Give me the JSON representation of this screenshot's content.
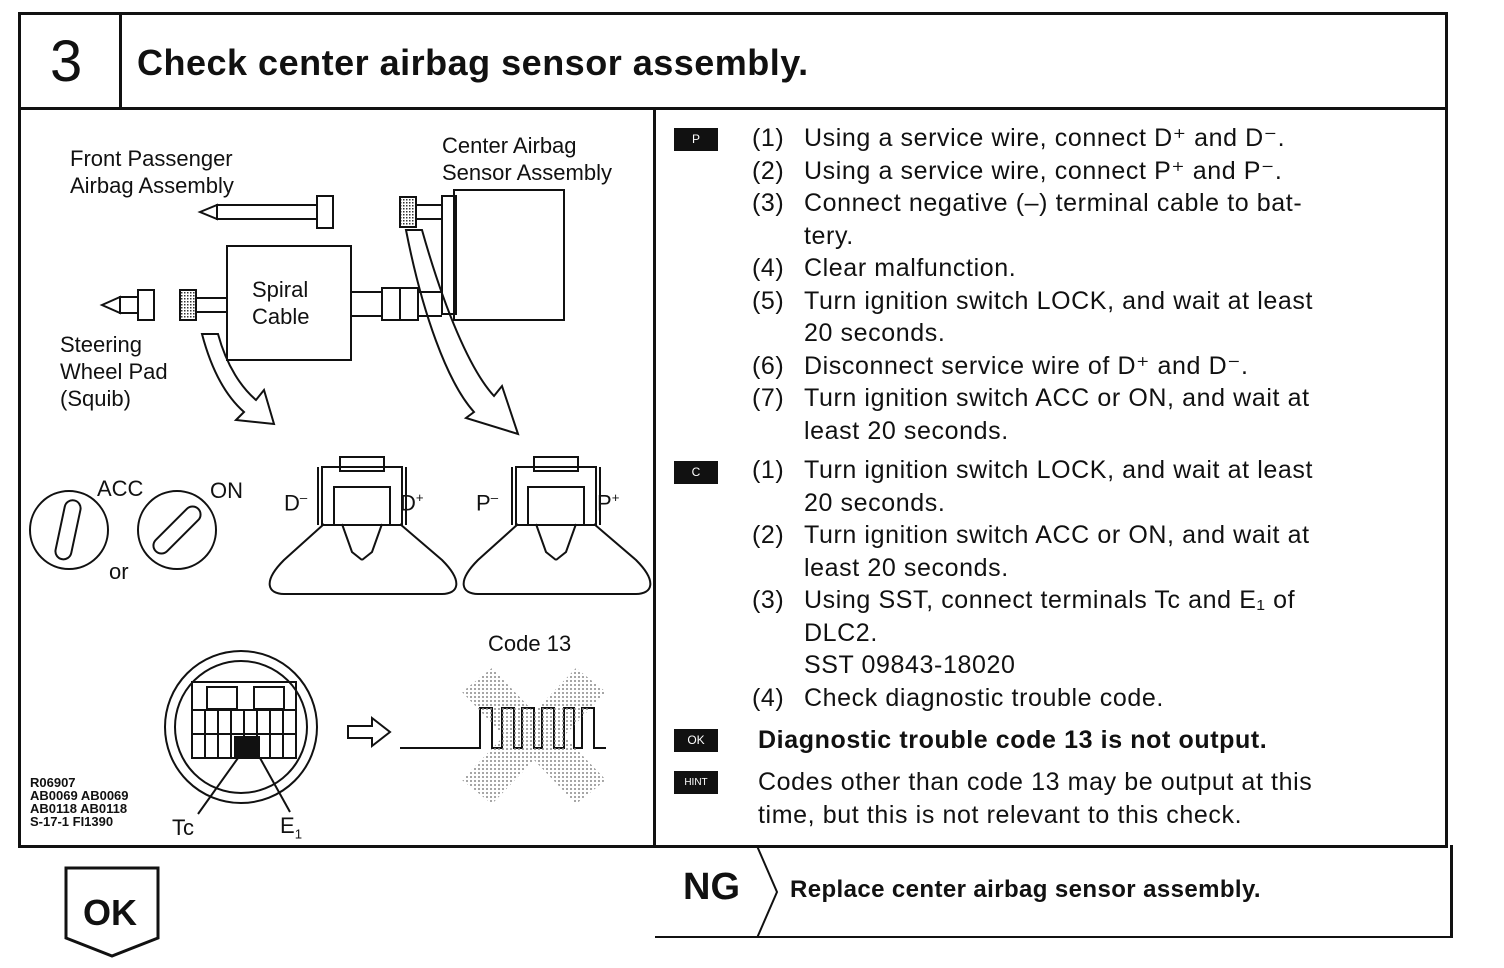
{
  "step": {
    "number": "3",
    "title": "Check center airbag sensor assembly."
  },
  "figure": {
    "labels": {
      "front_passenger": [
        "Front Passenger",
        "Airbag Assembly"
      ],
      "center_airbag": [
        "Center Airbag",
        "Sensor Assembly"
      ],
      "spiral_cable": [
        "Spiral",
        "Cable"
      ],
      "steering_pad": [
        "Steering",
        "Wheel Pad",
        "(Squib)"
      ],
      "acc": "ACC",
      "on": "ON",
      "or": "or",
      "d_minus": "D",
      "d_plus": "D",
      "p_minus": "P",
      "p_plus": "P",
      "code13": "Code 13",
      "tc": "Tc",
      "e1": "E"
    },
    "refs": [
      "R06907",
      "AB0069 AB0069",
      "AB0118 AB0118",
      "S-17-1 FI1390"
    ]
  },
  "tags": {
    "p": "P",
    "c": "C",
    "ok": "OK",
    "hint": "HINT"
  },
  "sectionP": [
    {
      "n": "(1)",
      "lines": [
        "Using a service wire, connect D⁺ and D⁻."
      ]
    },
    {
      "n": "(2)",
      "lines": [
        "Using a service wire, connect P⁺ and P⁻."
      ]
    },
    {
      "n": "(3)",
      "lines": [
        "Connect negative (–) terminal cable to bat-",
        "tery."
      ]
    },
    {
      "n": "(4)",
      "lines": [
        "Clear malfunction."
      ]
    },
    {
      "n": "(5)",
      "lines": [
        "Turn ignition switch LOCK, and wait at least",
        "20 seconds."
      ]
    },
    {
      "n": "(6)",
      "lines": [
        "Disconnect service wire of D⁺ and D⁻."
      ]
    },
    {
      "n": "(7)",
      "lines": [
        "Turn ignition switch ACC or ON, and wait at",
        "least 20 seconds."
      ]
    }
  ],
  "sectionC": [
    {
      "n": "(1)",
      "lines": [
        "Turn ignition switch LOCK, and wait at least",
        "20 seconds."
      ]
    },
    {
      "n": "(2)",
      "lines": [
        "Turn ignition switch ACC or ON, and wait at",
        "least 20 seconds."
      ]
    },
    {
      "n": "(3)",
      "lines": [
        "Using SST, connect terminals Tc and E₁ of",
        "DLC2.",
        "SST 09843-18020"
      ]
    },
    {
      "n": "(4)",
      "lines": [
        "Check diagnostic trouble code."
      ]
    }
  ],
  "ok_text": "Diagnostic trouble code 13 is not output.",
  "hint_lines": [
    "Codes other than code 13 may be output at this",
    "time, but this is not relevant to this check."
  ],
  "ng": {
    "label": "NG",
    "text": "Replace center airbag sensor assembly."
  },
  "ok_arrow": "OK"
}
